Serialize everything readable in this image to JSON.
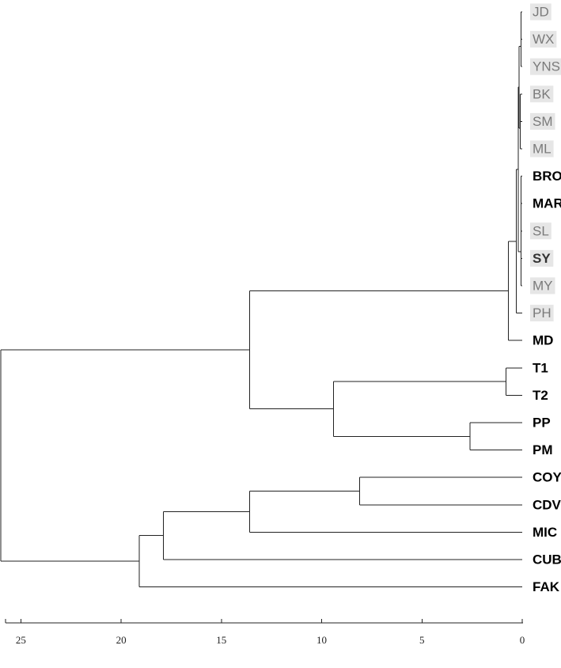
{
  "diagram": {
    "type": "dendrogram",
    "orientation": "right-to-left",
    "colors": {
      "line": "#222222",
      "label_bold": "#000000",
      "label_highlighted": "#7a7a7a",
      "label_highlight_bg": "#e6e6e6"
    }
  },
  "chart_data": {
    "type": "dendrogram",
    "axis": {
      "min": 0,
      "max": 26,
      "reversed": true,
      "ticks": [
        25,
        20,
        15,
        10,
        5,
        0
      ],
      "tick_labels": [
        "25",
        "20",
        "15",
        "10",
        "5",
        "0"
      ]
    },
    "leaves": [
      {
        "id": "JD",
        "label": "JD",
        "style": "highlighted"
      },
      {
        "id": "WX",
        "label": "WX",
        "style": "highlighted"
      },
      {
        "id": "YNS",
        "label": "YNS",
        "style": "highlighted"
      },
      {
        "id": "BK",
        "label": "BK",
        "style": "highlighted"
      },
      {
        "id": "SM",
        "label": "SM",
        "style": "highlighted"
      },
      {
        "id": "ML",
        "label": "ML",
        "style": "highlighted"
      },
      {
        "id": "BRO",
        "label": "BRO",
        "style": "bold"
      },
      {
        "id": "MAR",
        "label": "MAR",
        "style": "bold"
      },
      {
        "id": "SL",
        "label": "SL",
        "style": "highlighted"
      },
      {
        "id": "SY",
        "label": "SY",
        "style": "bold-highlighted"
      },
      {
        "id": "MY",
        "label": "MY",
        "style": "highlighted"
      },
      {
        "id": "PH",
        "label": "PH",
        "style": "highlighted"
      },
      {
        "id": "MD",
        "label": "MD",
        "style": "bold"
      },
      {
        "id": "T1",
        "label": "T1",
        "style": "bold"
      },
      {
        "id": "T2",
        "label": "T2",
        "style": "bold"
      },
      {
        "id": "PP",
        "label": "PP",
        "style": "bold"
      },
      {
        "id": "PM",
        "label": "PM",
        "style": "bold"
      },
      {
        "id": "COY",
        "label": "COY",
        "style": "bold"
      },
      {
        "id": "CDV",
        "label": "CDV",
        "style": "bold"
      },
      {
        "id": "MIC",
        "label": "MIC",
        "style": "bold"
      },
      {
        "id": "CUB",
        "label": "CUB",
        "style": "bold"
      },
      {
        "id": "FAK",
        "label": "FAK",
        "style": "bold"
      }
    ],
    "merges": [
      {
        "id": "n1",
        "children": [
          "JD",
          "WX"
        ],
        "height": 0.05
      },
      {
        "id": "n2",
        "children": [
          "n1",
          "YNS"
        ],
        "height": 0.05
      },
      {
        "id": "n3",
        "children": [
          "BK",
          "SM"
        ],
        "height": 0.1
      },
      {
        "id": "n4",
        "children": [
          "n3",
          "ML"
        ],
        "height": 0.1
      },
      {
        "id": "n5",
        "children": [
          "n2",
          "n4"
        ],
        "height": 0.15
      },
      {
        "id": "n6",
        "children": [
          "BRO",
          "MAR"
        ],
        "height": 0.05
      },
      {
        "id": "n7",
        "children": [
          "SL",
          "SY"
        ],
        "height": 0.05
      },
      {
        "id": "n8",
        "children": [
          "n6",
          "n7"
        ],
        "height": 0.05
      },
      {
        "id": "n9",
        "children": [
          "n8",
          "MY"
        ],
        "height": 0.05
      },
      {
        "id": "n10",
        "children": [
          "n5",
          "n9"
        ],
        "height": 0.2
      },
      {
        "id": "n11",
        "children": [
          "n10",
          "PH"
        ],
        "height": 0.3
      },
      {
        "id": "n12",
        "children": [
          "n11",
          "MD"
        ],
        "height": 0.7
      },
      {
        "id": "n13",
        "children": [
          "T1",
          "T2"
        ],
        "height": 0.8
      },
      {
        "id": "n14",
        "children": [
          "PP",
          "PM"
        ],
        "height": 2.6
      },
      {
        "id": "n15",
        "children": [
          "n13",
          "n14"
        ],
        "height": 9.4
      },
      {
        "id": "n16",
        "children": [
          "n12",
          "n15"
        ],
        "height": 13.6
      },
      {
        "id": "n17",
        "children": [
          "COY",
          "CDV"
        ],
        "height": 8.1
      },
      {
        "id": "n18",
        "children": [
          "n17",
          "MIC"
        ],
        "height": 13.6
      },
      {
        "id": "n19",
        "children": [
          "n18",
          "CUB"
        ],
        "height": 17.9
      },
      {
        "id": "n20",
        "children": [
          "n19",
          "FAK"
        ],
        "height": 19.1
      },
      {
        "id": "n21",
        "children": [
          "n16",
          "n20"
        ],
        "height": 26.0
      }
    ]
  }
}
